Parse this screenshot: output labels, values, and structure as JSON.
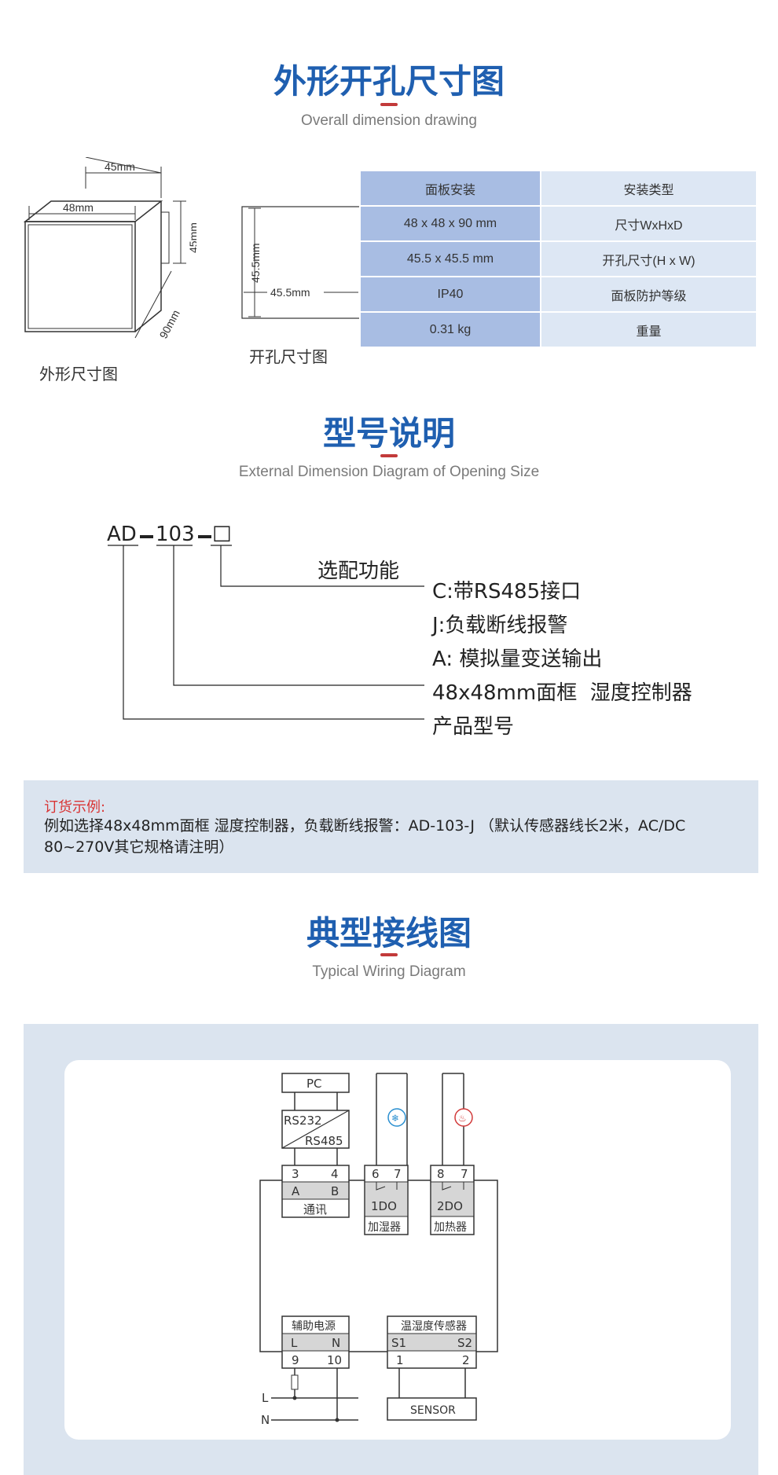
{
  "section1": {
    "title": "外形开孔尺寸图",
    "subtitle": "Overall dimension drawing"
  },
  "dim_drawing": {
    "outline_caption": "外形尺寸图",
    "cutout_caption": "开孔尺寸图",
    "width_top": "45mm",
    "width_front": "48mm",
    "height_side": "45mm",
    "depth": "90mm",
    "cutout_h": "45.5mm",
    "cutout_w": "45.5mm"
  },
  "spec_table": [
    {
      "value": "面板安装",
      "label": "安装类型"
    },
    {
      "value": "48 x 48 x 90 mm",
      "label": "尺寸WxHxD"
    },
    {
      "value": "45.5 x 45.5 mm",
      "label": "开孔尺寸(H x W)"
    },
    {
      "value": "IP40",
      "label": "面板防护等级"
    },
    {
      "value": "0.31 kg",
      "label": "重量"
    }
  ],
  "section2": {
    "title": "型号说明",
    "subtitle": "External Dimension Diagram of Opening Size"
  },
  "model": {
    "prefix": "AD",
    "number": "103",
    "box": "□",
    "options_title": "选配功能",
    "opt_c": "C:带RS485接口",
    "opt_j": "J:负载断线报警",
    "opt_a": "A: 模拟量变送输出",
    "size_desc": "48x48mm面框  湿度控制器",
    "product": "产品型号"
  },
  "order": {
    "label": "订货示例:",
    "text": "例如选择48x48mm面框  湿度控制器，负载断线报警：AD-103-J  （默认传感器线长2米，AC/DC 80~270V其它规格请注明）"
  },
  "section3": {
    "title": "典型接线图",
    "subtitle": "Typical Wiring Diagram"
  },
  "wiring": {
    "pc": "PC",
    "rs232": "RS232",
    "rs485": "RS485",
    "t3": "3",
    "t4": "4",
    "a": "A",
    "b": "B",
    "comm": "通讯",
    "t6": "6",
    "t7a": "7",
    "do1": "1DO",
    "humidifier": "加湿器",
    "t8": "8",
    "t7b": "7",
    "do2": "2DO",
    "heater": "加热器",
    "aux_power": "辅助电源",
    "l": "L",
    "n": "N",
    "t9": "9",
    "t10": "10",
    "sensor_block": "温湿度传感器",
    "s1": "S1",
    "s2": "S2",
    "t1": "1",
    "t2": "2",
    "sensor": "SENSOR",
    "line_l": "L",
    "line_n": "N"
  },
  "colors": {
    "title": "#1f5fb0",
    "accent": "#c23a3a",
    "table_dark": "#a8bde3",
    "table_light": "#dde7f4",
    "panel": "#dbe4ef"
  }
}
